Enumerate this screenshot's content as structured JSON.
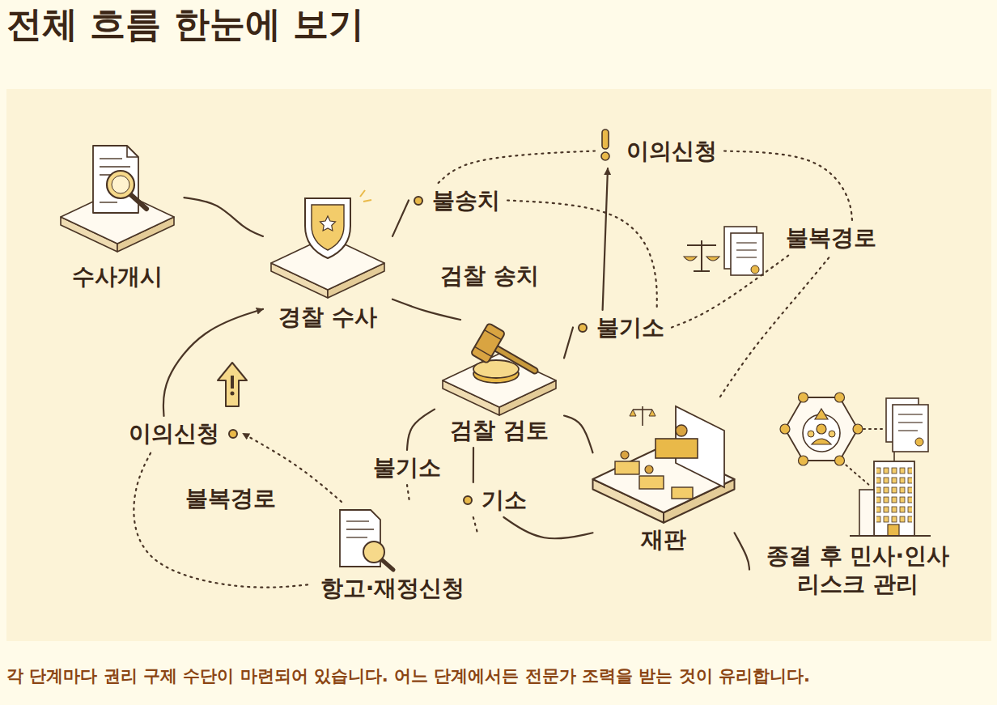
{
  "diagram": {
    "title": "전체 흐름 한눈에 보기",
    "caption": "각 단계마다 권리 구제 수단이 마련되어 있습니다. 어느 단계에서든 전문가 조력을 받는 것이 유리합니다.",
    "nodes": [
      {
        "text": [
          "수사개시"
        ]
      },
      {
        "text": [
          "경찰 수사"
        ]
      },
      {
        "text": [
          "불송치"
        ]
      },
      {
        "text": [
          "이의신청"
        ]
      },
      {
        "text": [
          "불기소"
        ]
      },
      {
        "text": [
          "불복경로"
        ]
      },
      {
        "text": [
          "검찰 검토"
        ]
      },
      {
        "text": [
          "불기소"
        ]
      },
      {
        "text": [
          "기소"
        ]
      },
      {
        "text": [
          "재판"
        ]
      },
      {
        "text": [
          "항고·재정신청"
        ]
      },
      {
        "text": [
          "이의신청"
        ]
      },
      {
        "text": [
          "종결 후 민사·인사 리스크 관리"
        ]
      }
    ],
    "edges": [
      {
        "from": 0,
        "to": 1,
        "arrow": "none"
      },
      {
        "from": 1,
        "to": 2,
        "arrow": "none"
      },
      {
        "from": 1,
        "to": 6,
        "label": "검찰 송치",
        "arrow": "none"
      },
      {
        "from": 2,
        "to": 3,
        "arrow": "none"
      },
      {
        "from": 2,
        "to": 4,
        "arrow": "none"
      },
      {
        "from": 4,
        "to": 3,
        "arrow": "to"
      },
      {
        "from": 4,
        "to": 5,
        "arrow": "none"
      },
      {
        "from": 6,
        "to": 4,
        "arrow": "none"
      },
      {
        "from": 6,
        "to": 7,
        "arrow": "none"
      },
      {
        "from": 6,
        "to": 8,
        "arrow": "none"
      },
      {
        "from": 6,
        "to": 9,
        "arrow": "none"
      },
      {
        "from": 8,
        "to": 9,
        "arrow": "none"
      },
      {
        "from": 9,
        "to": 12,
        "arrow": "none"
      },
      {
        "from": 9,
        "to": 5,
        "arrow": "none"
      },
      {
        "from": 3,
        "to": 5,
        "arrow": "none"
      },
      {
        "from": 7,
        "to": 10,
        "arrow": "none"
      },
      {
        "from": 8,
        "to": 10,
        "arrow": "none"
      },
      {
        "from": 10,
        "to": 11,
        "arrow": "to"
      },
      {
        "from": 10,
        "to": 11,
        "arrow": "none"
      },
      {
        "from": 11,
        "to": 1,
        "arrow": "to"
      }
    ],
    "labels": [
      "불복경로"
    ]
  }
}
